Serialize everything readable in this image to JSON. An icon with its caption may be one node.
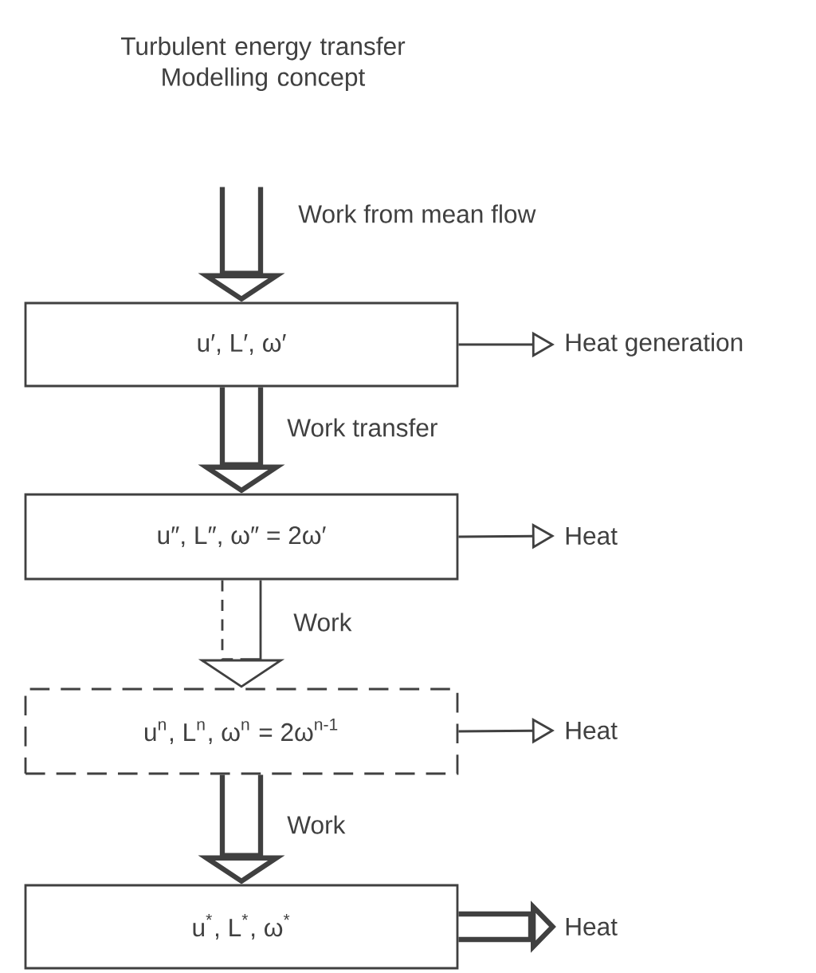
{
  "diagram": {
    "title": "Turbulent energy transfer Modelling concept",
    "nodes": [
      {
        "text": [
          "u′, L′, ω′"
        ]
      },
      {
        "text": [
          "Heat generation"
        ]
      },
      {
        "text": [
          "u″, L″, ω″ = 2ω′"
        ]
      },
      {
        "text": [
          "Heat"
        ]
      },
      {
        "text": [
          "u$^{n}$, L$^{n}$, ω$^{n}$ = 2ω$^{n-1}$"
        ]
      },
      {
        "text": [
          "Heat"
        ]
      },
      {
        "text": [
          "u$^{*}$, L$^{*}$, ω$^{*}$"
        ]
      },
      {
        "text": [
          "Heat"
        ]
      }
    ],
    "edges": [
      {
        "from": null,
        "to": 0,
        "arrow": "to",
        "label": "Work from mean flow",
        "style": "thick"
      },
      {
        "from": 0,
        "to": 1,
        "arrow": "to"
      },
      {
        "from": 0,
        "to": 2,
        "arrow": "to",
        "label": "Work transfer",
        "style": "thick"
      },
      {
        "from": 2,
        "to": 3,
        "arrow": "to"
      },
      {
        "from": 2,
        "to": 4,
        "arrow": "to",
        "label": "Work",
        "style": "dashed"
      },
      {
        "from": 4,
        "to": 5,
        "arrow": "to"
      },
      {
        "from": 4,
        "to": 6,
        "arrow": "to",
        "label": "Work",
        "style": "thick"
      },
      {
        "from": 6,
        "to": 7,
        "arrow": "to",
        "style": "thick"
      }
    ]
  }
}
